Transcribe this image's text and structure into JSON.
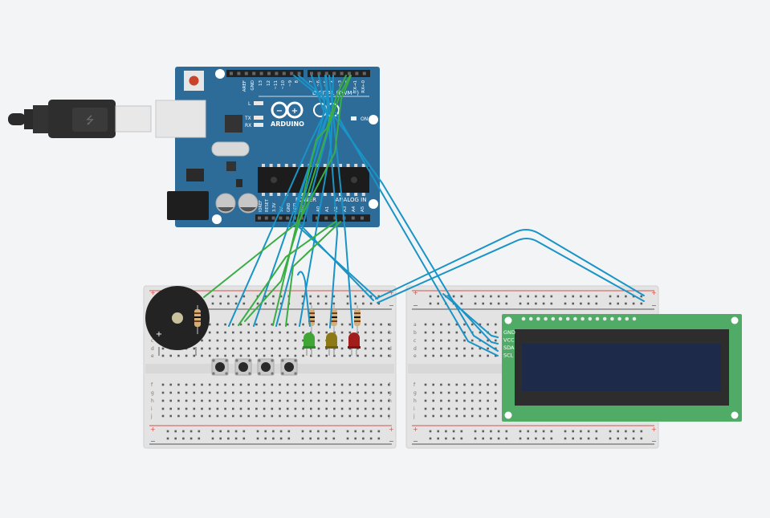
{
  "arduino": {
    "brand": "ARDUINO",
    "digital_label": "DIGITAL (PWM~)",
    "power_label": "POWER",
    "analog_label": "ANALOG IN",
    "on_label": "ON",
    "l_label": "L",
    "tx_label": "TX",
    "rx_label": "RX",
    "top_pins": [
      "AREF",
      "GND",
      "13",
      "12",
      "~11",
      "~10",
      "~9",
      "8",
      "7",
      "~6",
      "~5",
      "4",
      "~3",
      "2",
      "TX→1",
      "RX←0"
    ],
    "power_pins": [
      "IOREF",
      "RESET",
      "3.3V",
      "5V",
      "GND",
      "GND",
      "Vin"
    ],
    "analog_pins": [
      "A0",
      "A1",
      "A2",
      "A3",
      "A4",
      "A5"
    ]
  },
  "lcd": {
    "pins": [
      "GND",
      "VCC",
      "SDA",
      "SCL"
    ]
  },
  "breadboard": {
    "row_letters_top": [
      "a",
      "b",
      "c",
      "d",
      "e"
    ],
    "row_letters_bottom": [
      "f",
      "g",
      "h",
      "i",
      "j"
    ]
  },
  "colors": {
    "background": "#f2f4f6",
    "arduino_board": "#2d6c99",
    "wire_blue": "#1a94c6",
    "wire_green": "#3aad43",
    "lcd_pcb": "#4fab65",
    "lcd_screen": "#1e2a4a",
    "led_green": "#3fa535",
    "led_yellow": "#8d7a17",
    "led_red": "#a31c1c"
  }
}
